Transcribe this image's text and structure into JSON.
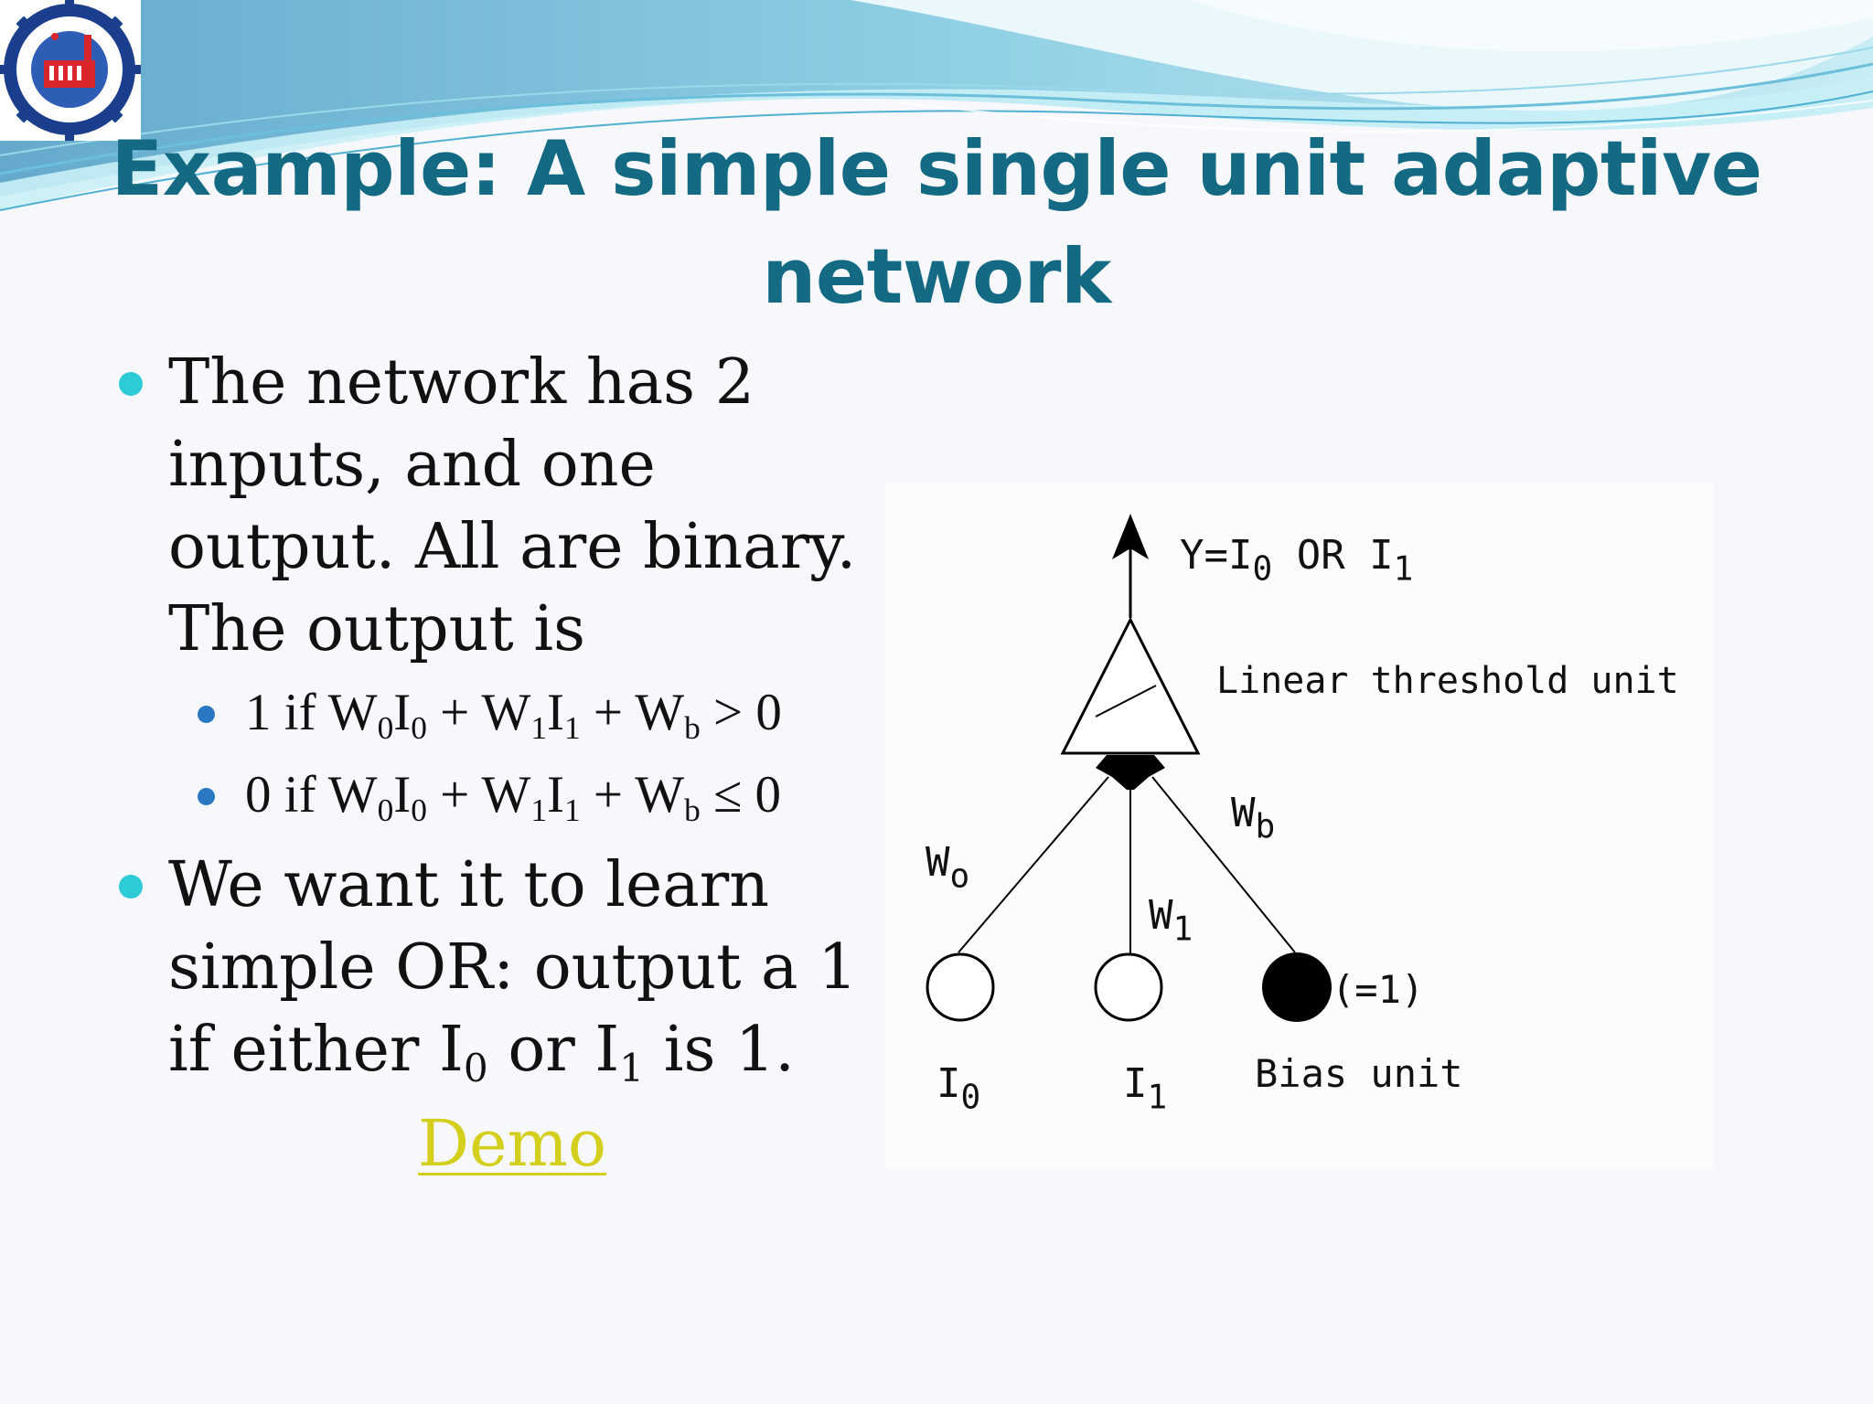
{
  "slide": {
    "title": "Example: A simple single unit adaptive network",
    "bullets": [
      {
        "text": "The network has 2 inputs, and one output. All are binary. The output is",
        "sub_bullets": [
          {
            "prefix": "1 if W",
            "s0": "0",
            "m1": "I",
            "s1": "0",
            "m2": " + W",
            "s2": "1",
            "m3": "I",
            "s3": "1",
            "m4": " + W",
            "s4": "b",
            "suffix": " > 0"
          },
          {
            "prefix": "0 if W",
            "s0": "0",
            "m1": "I",
            "s1": "0",
            "m2": " + W",
            "s2": "1",
            "m3": "I",
            "s3": "1",
            "m4": " + W",
            "s4": "b",
            "suffix": " ≤ 0"
          }
        ]
      },
      {
        "pre": "We want it to learn simple OR: output a 1 if either I",
        "s0": "0",
        "mid": " or I",
        "s1": "1",
        "post": " is 1."
      }
    ],
    "link_text": "Demo"
  },
  "diagram": {
    "output_label": {
      "pre": "Y=I",
      "s0": "0",
      "mid": " OR I",
      "s1": "1"
    },
    "unit_label": "Linear threshold unit",
    "w0_label": {
      "base": "W",
      "sub": "o"
    },
    "w1_label": {
      "base": "W",
      "sub": "1"
    },
    "wb_label": {
      "base": "W",
      "sub": "b"
    },
    "i0_label": {
      "base": "I",
      "sub": "0"
    },
    "i1_label": {
      "base": "I",
      "sub": "1"
    },
    "bias_value": "(=1)",
    "bias_label": "Bias unit"
  },
  "colors": {
    "title": "#136a82",
    "bullet_level1": "#2ccbd6",
    "bullet_level2": "#2a78c2",
    "link": "#d4cf1c",
    "wave_dark": "#57a7c9",
    "wave_light": "#8fd6e6"
  },
  "icons": {
    "logo": "college-logo-gear-icon"
  }
}
